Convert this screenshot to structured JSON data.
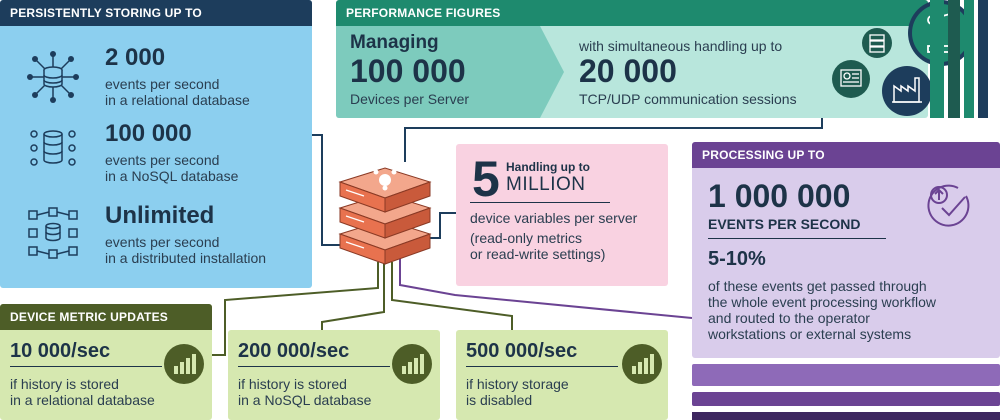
{
  "storing": {
    "header": "PERSISTENTLY STORING UP TO",
    "items": [
      {
        "value": "2 000",
        "line1": "events per second",
        "line2": "in a relational database",
        "icon": "relational-db-icon"
      },
      {
        "value": "100 000",
        "line1": "events per second",
        "line2": "in a NoSQL database",
        "icon": "nosql-db-icon"
      },
      {
        "value": "Unlimited",
        "line1": "events per second",
        "line2": "in a distributed installation",
        "icon": "distributed-db-icon"
      }
    ]
  },
  "performance": {
    "header": "PERFORMANCE FIGURES",
    "managing_label": "Managing",
    "managing_value": "100 000",
    "managing_sub": "Devices per Server",
    "sessions_label": "with simultaneous handling up to",
    "sessions_value": "20 000",
    "sessions_sub": "TCP/UDP communication sessions"
  },
  "variables": {
    "number": "5",
    "top": "Handling up to",
    "unit": "MILLION",
    "line1": "device variables per server",
    "line2": "(read-only metrics",
    "line3": "or read-write settings)"
  },
  "processing": {
    "header": "PROCESSING UP TO",
    "value": "1 000 000",
    "unit": "EVENTS PER SECOND",
    "percent": "5-10%",
    "lines": [
      "of these events get passed through",
      "the whole event processing workflow",
      "and routed to the operator",
      "workstations or external systems"
    ]
  },
  "metrics": {
    "header": "DEVICE METRIC UPDATES",
    "cards": [
      {
        "value": "10 000/sec",
        "line1": "if history is stored",
        "line2": "in a relational database"
      },
      {
        "value": "200 000/sec",
        "line1": "if history is stored",
        "line2": "in a NoSQL database"
      },
      {
        "value": "500 000/sec",
        "line1": "if history storage",
        "line2": "is disabled"
      }
    ]
  },
  "colors": {
    "blue": "#8ccfef",
    "navy": "#1d3d5c",
    "teal": "#1e8a6e",
    "teal_light": "#b8e6dc",
    "pink": "#f9d2e1",
    "purple": "#6b4393",
    "purple_light": "#d9cceb",
    "olive": "#4d5d27",
    "green_light": "#d6e8b0",
    "server": "#e8724f"
  }
}
